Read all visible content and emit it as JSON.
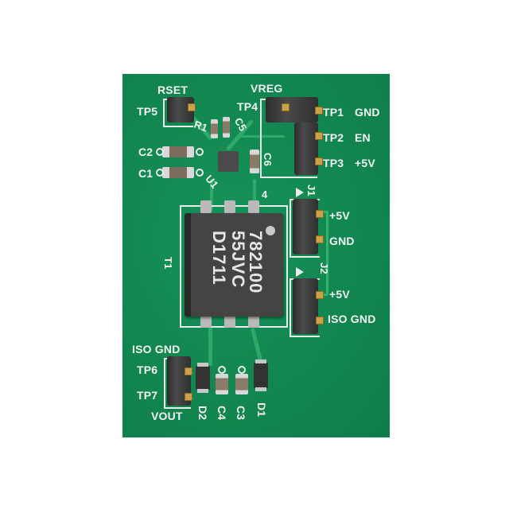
{
  "image": {
    "subject": "Isolated power supply evaluation PCB",
    "board_color": "#138a4e",
    "background_color": "#ffffff",
    "silkscreen_color": "#f2f5f2"
  },
  "labels": {
    "rset": "RSET",
    "vreg": "VREG",
    "tp5": "TP5",
    "tp4": "TP4",
    "tp1": "TP1",
    "tp1_net": "GND",
    "tp2": "TP2",
    "tp2_net": "EN",
    "tp3": "TP3",
    "tp3_net": "+5V",
    "r1": "R1",
    "c5": "C5",
    "c2": "C2",
    "c1": "C1",
    "c6": "C6",
    "u1": "U1",
    "pin4": "4",
    "j1": "J1",
    "j1_top": "+5V",
    "j1_bottom": "GND",
    "j2": "J2",
    "j2_top": "+5V",
    "j2_bottom": "ISO GND",
    "t1": "T1",
    "iso_gnd": "ISO GND",
    "tp6": "TP6",
    "tp7": "TP7",
    "vout": "VOUT",
    "d2": "D2",
    "c4": "C4",
    "c3": "C3",
    "d1": "D1"
  },
  "transformer": {
    "line1": "782100",
    "line2": "55JVC",
    "line3": "D1711"
  }
}
